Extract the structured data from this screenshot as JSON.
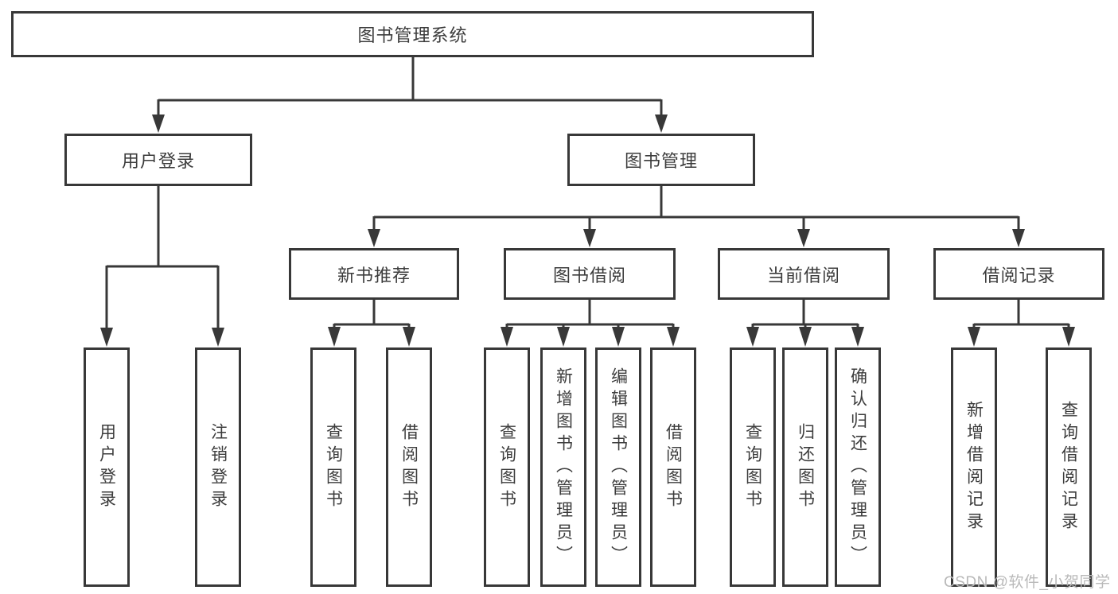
{
  "diagram_type": "hierarchy-tree",
  "colors": {
    "line": "#383838",
    "text": "#3c3c3c",
    "watermark": "#b9b9b9",
    "background": "#ffffff"
  },
  "tree": {
    "label": "图书管理系统",
    "children": [
      {
        "label": "用户登录",
        "children": [
          {
            "label": "用户登录"
          },
          {
            "label": "注销登录"
          }
        ]
      },
      {
        "label": "图书管理",
        "children": [
          {
            "label": "新书推荐",
            "children": [
              {
                "label": "查询图书"
              },
              {
                "label": "借阅图书"
              }
            ]
          },
          {
            "label": "图书借阅",
            "children": [
              {
                "label": "查询图书"
              },
              {
                "label": "新增图书（管理员）"
              },
              {
                "label": "编辑图书（管理员）"
              },
              {
                "label": "借阅图书"
              }
            ]
          },
          {
            "label": "当前借阅",
            "children": [
              {
                "label": "查询图书"
              },
              {
                "label": "归还图书"
              },
              {
                "label": "确认归还（管理员）"
              }
            ]
          },
          {
            "label": "借阅记录",
            "children": [
              {
                "label": "新增借阅记录"
              },
              {
                "label": "查询借阅记录"
              }
            ]
          }
        ]
      }
    ]
  },
  "watermark": {
    "text": "CSDN @软件_小贺同学"
  }
}
